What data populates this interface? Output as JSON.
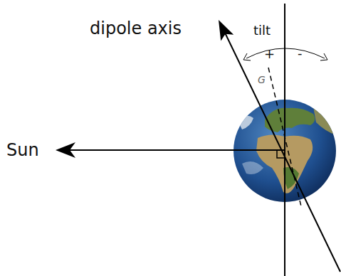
{
  "diagram": {
    "labels": [
      "dipole axis",
      "tilt",
      "+",
      "-",
      "Sun",
      "G"
    ]
  }
}
